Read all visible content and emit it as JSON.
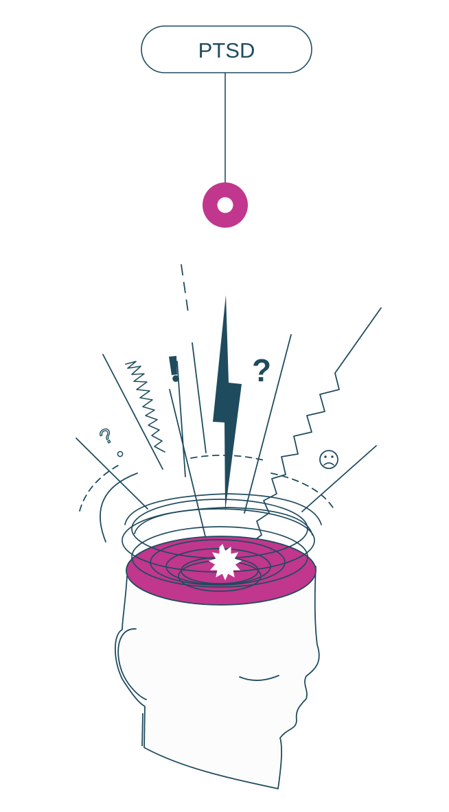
{
  "label": {
    "text": "PTSD"
  },
  "colors": {
    "ink": "#1f4b5e",
    "accent": "#c0378d",
    "paper": "#ffffff",
    "head_fill": "#fcfcfd"
  },
  "icons": {
    "connector": "connector-line",
    "node": "node-ring",
    "bolt": "lightning-bolt-icon",
    "exclamation": "exclamation-icon",
    "question_large": "question-mark-icon",
    "question_small": "small-question-mark-icon",
    "sad_face": "sad-face-icon",
    "starburst": "starburst-icon",
    "head": "head-profile"
  }
}
